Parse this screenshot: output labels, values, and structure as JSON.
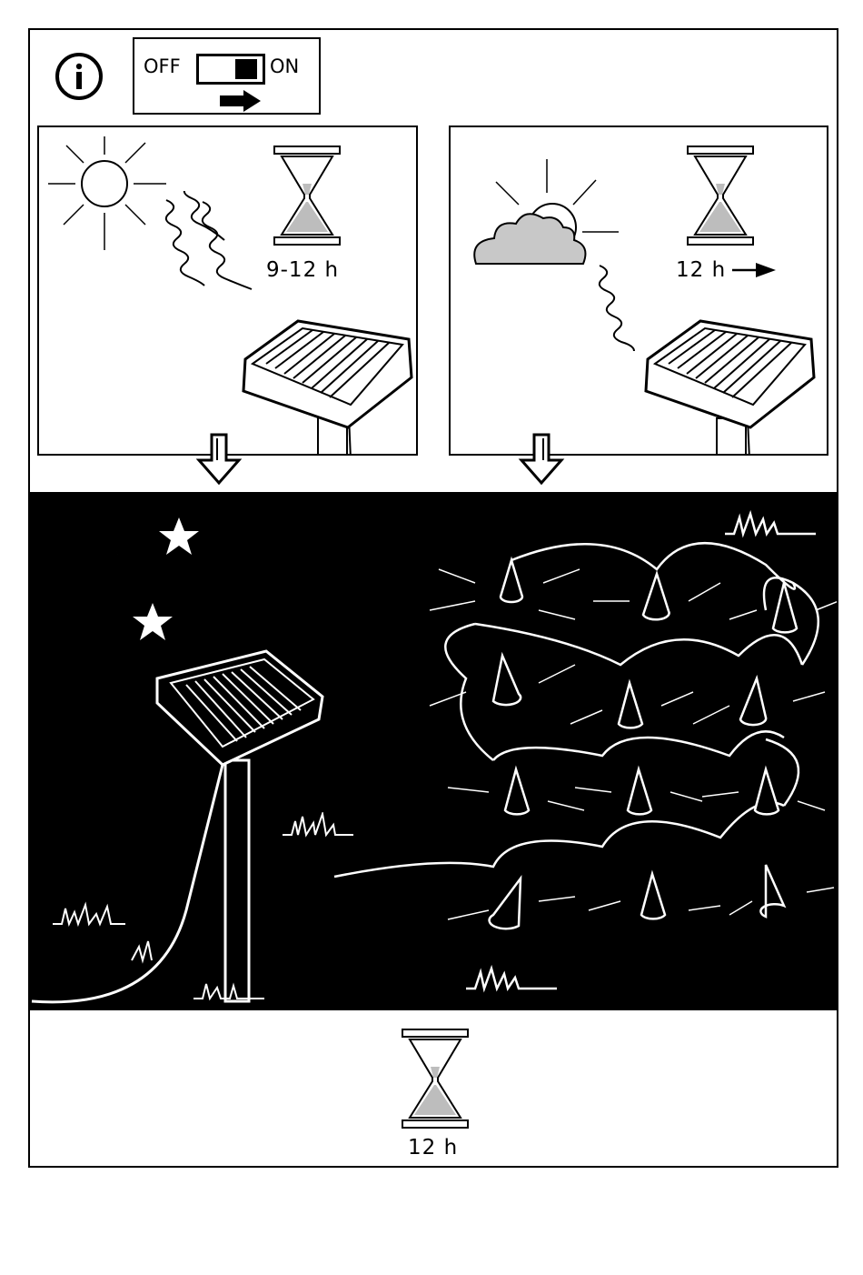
{
  "info": {
    "icon": "info-icon"
  },
  "switch": {
    "off_label": "OFF",
    "on_label": "ON"
  },
  "panel_sunny": {
    "charge_time": "9-12 h"
  },
  "panel_cloudy": {
    "charge_time": "12 h"
  },
  "bottom": {
    "run_time": "12 h"
  },
  "icons": [
    "info-icon",
    "sun-icon",
    "cloud-icon",
    "hourglass-icon",
    "solar-panel-icon",
    "down-arrow-icon",
    "moon-icon",
    "star-icon",
    "string-lights-icon",
    "grass-icon"
  ],
  "colors": {
    "night_background": "#000000",
    "hourglass_sand": "#bdbdbd",
    "cloud_fill": "#c8c8c8"
  }
}
